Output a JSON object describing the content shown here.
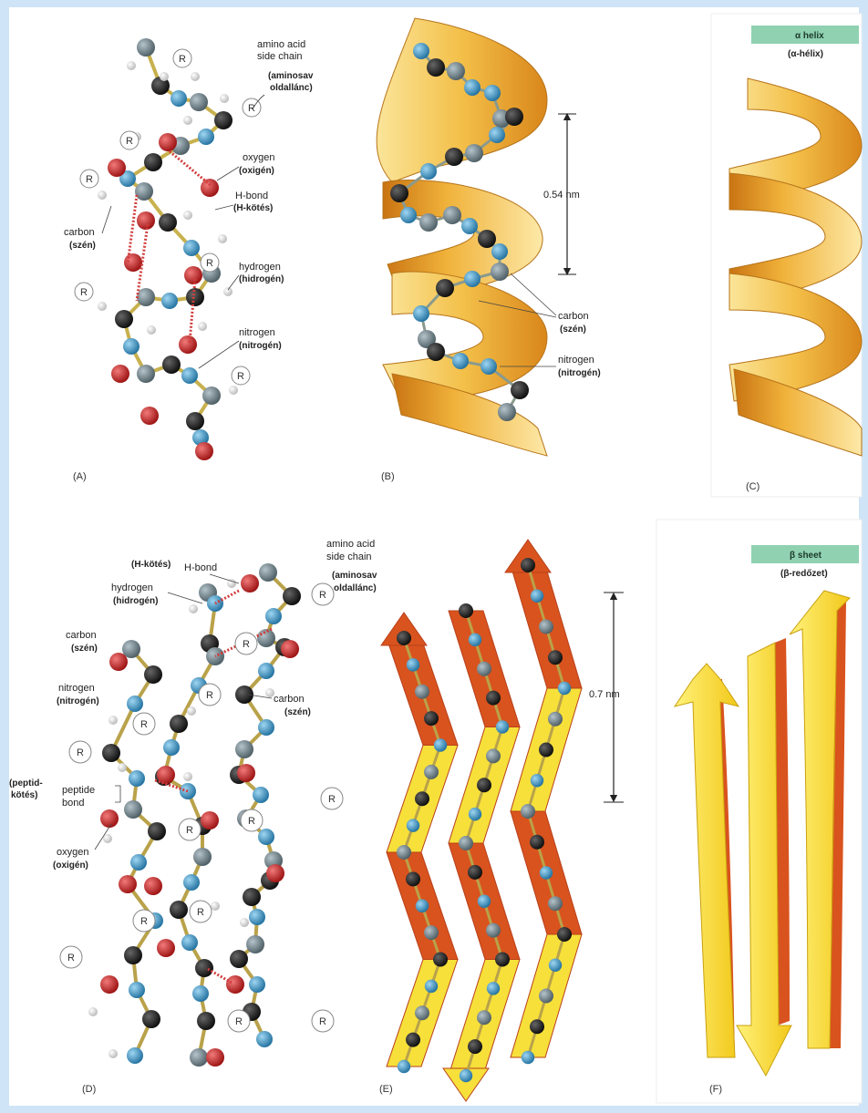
{
  "panels": {
    "A": "(A)",
    "B": "(B)",
    "C": "(C)",
    "D": "(D)",
    "E": "(E)",
    "F": "(F)"
  },
  "labels_A": {
    "side_chain_en_1": "amino acid",
    "side_chain_en_2": "side chain",
    "side_chain_hu_1": "(aminosav",
    "side_chain_hu_2": "oldallánc)",
    "oxygen_en": "oxygen",
    "oxygen_hu": "(oxigén)",
    "hbond_en": "H-bond",
    "hbond_hu": "(H-kötés)",
    "carbon_en": "carbon",
    "carbon_hu": "(szén)",
    "hydrogen_en": "hydrogen",
    "hydrogen_hu": "(hidrogén)",
    "nitrogen_en": "nitrogen",
    "nitrogen_hu": "(nitrogén)"
  },
  "labels_B": {
    "distance": "0.54 nm",
    "carbon_en": "carbon",
    "carbon_hu": "(szén)",
    "nitrogen_en": "nitrogen",
    "nitrogen_hu": "(nitrogén)"
  },
  "labels_C": {
    "badge_1": "α helix",
    "badge_2": "(α-hélix)"
  },
  "labels_D": {
    "hbond_hu": "(H-kötés)",
    "hbond_en": "H-bond",
    "side_chain_en_1": "amino acid",
    "side_chain_en_2": "side chain",
    "side_chain_hu_1": "(aminosav",
    "side_chain_hu_2": "oldallánc)",
    "hydrogen_en": "hydrogen",
    "hydrogen_hu": "(hidrogén)",
    "carbon_en": "carbon",
    "carbon_hu": "(szén)",
    "nitrogen_en": "nitrogen",
    "nitrogen_hu": "(nitrogén)",
    "carbon2_en": "carbon",
    "carbon2_hu": "(szén)",
    "peptide_hu_1": "(peptid-",
    "peptide_hu_2": "kötés)",
    "peptide_en_1": "peptide",
    "peptide_en_2": "bond",
    "oxygen_en": "oxygen",
    "oxygen_hu": "(oxigén)"
  },
  "labels_E": {
    "distance": "0.7 nm"
  },
  "labels_F": {
    "badge_1": "β sheet",
    "badge_2": "(β-redőzet)"
  },
  "r_group": "R",
  "colors": {
    "carbon": "#111111",
    "nitrogen": "#2f8fc4",
    "oxygen": "#c01818",
    "alpha_carbon": "#6e8088",
    "hydrogen": "#f2f2f2",
    "ribbon_light": "#f8d56a",
    "ribbon_dark": "#d98a1c",
    "sheet_yellow": "#f7e03a",
    "sheet_orange": "#d9531e",
    "badge": "#8fd1b0",
    "background": "#cfe4f7"
  }
}
